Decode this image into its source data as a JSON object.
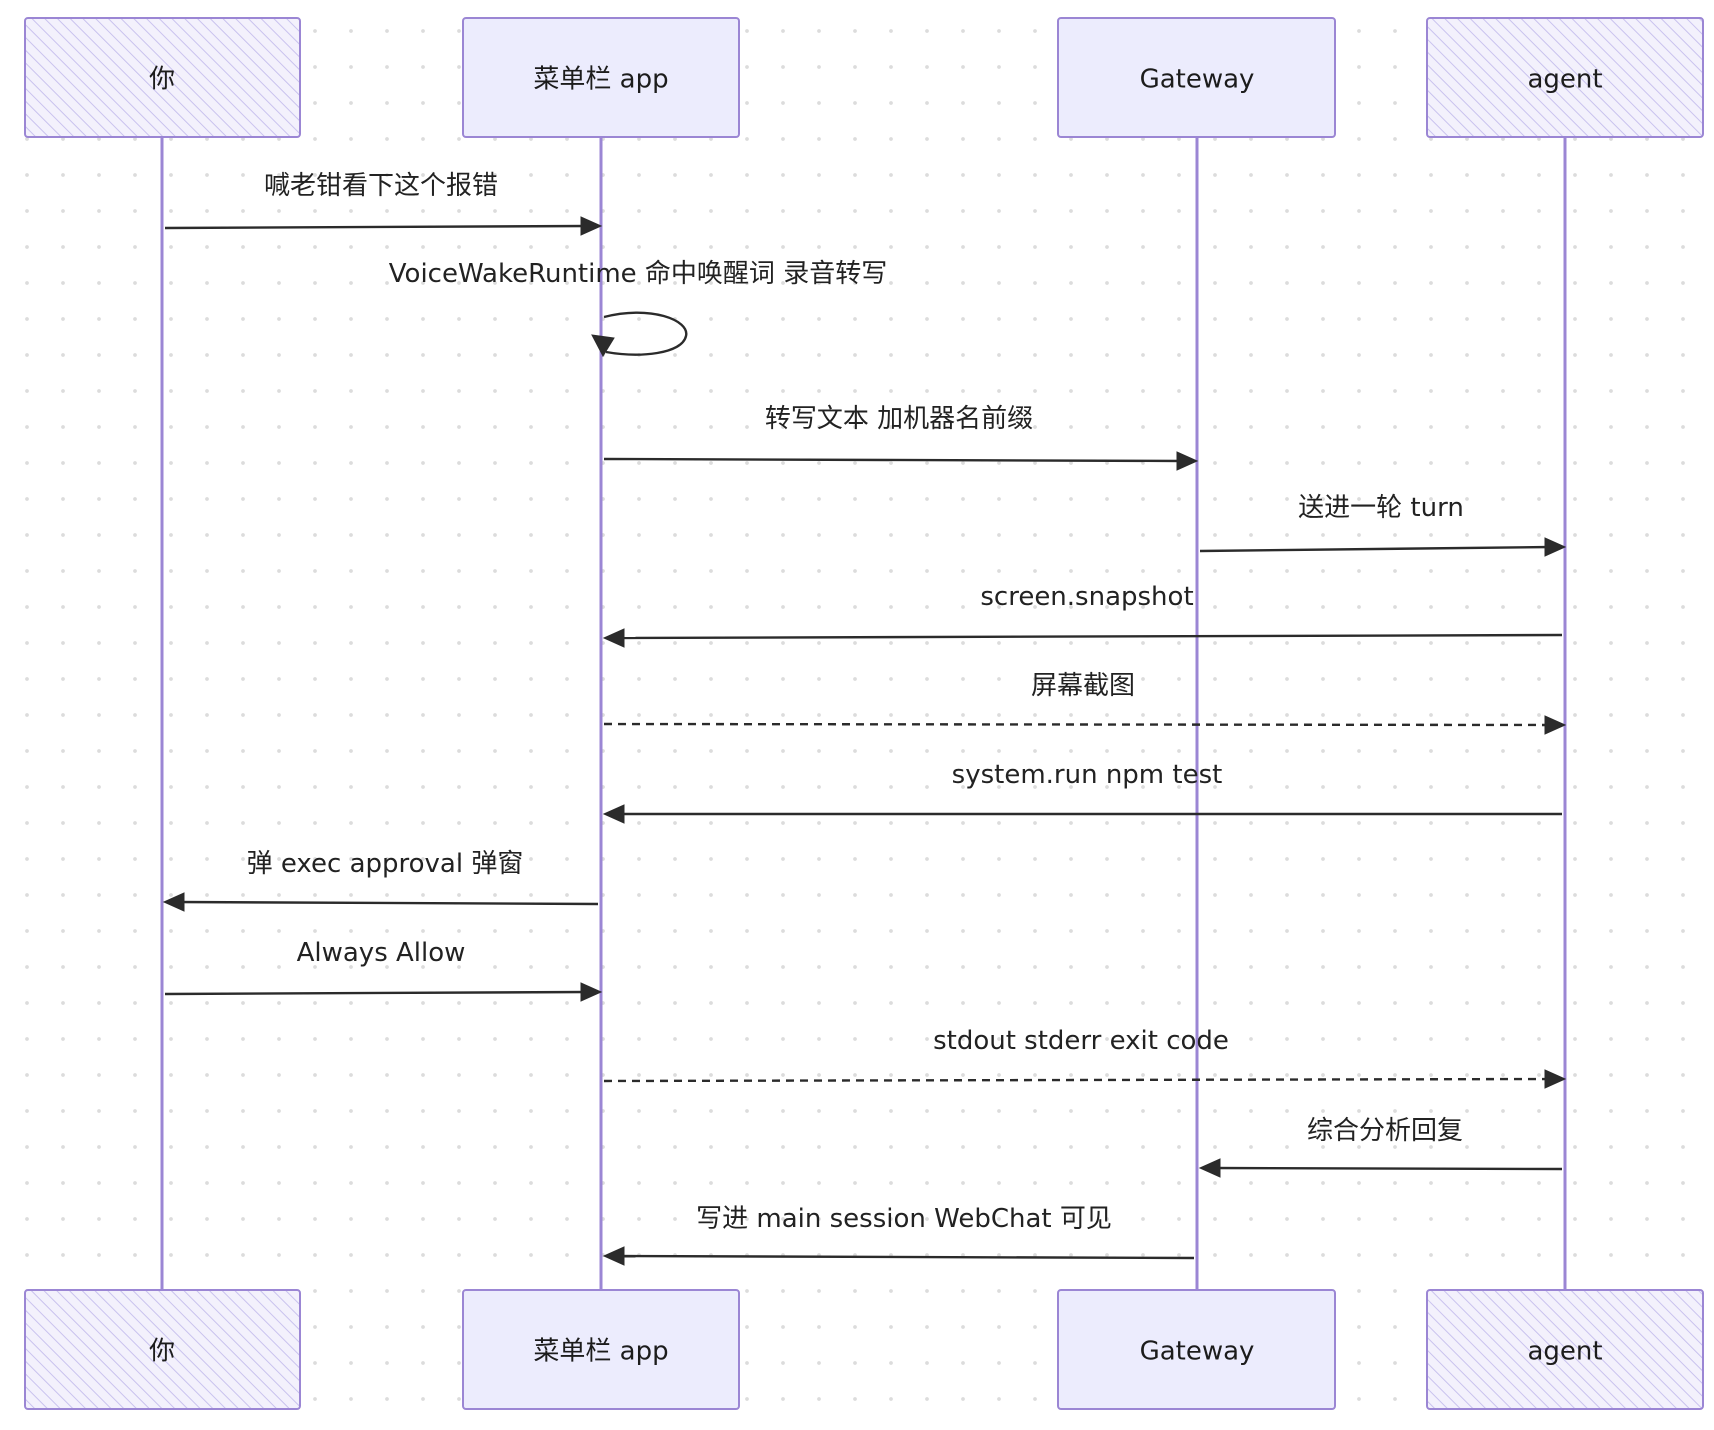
{
  "participants": [
    {
      "id": "you",
      "label": "你",
      "style": "hatched"
    },
    {
      "id": "menubar",
      "label": "菜单栏 app",
      "style": "solid"
    },
    {
      "id": "gateway",
      "label": "Gateway",
      "style": "solid"
    },
    {
      "id": "agent",
      "label": "agent",
      "style": "hatched"
    }
  ],
  "messages": [
    {
      "from": "you",
      "to": "menubar",
      "label": "喊老钳看下这个报错",
      "style": "solid"
    },
    {
      "from": "menubar",
      "to": "menubar",
      "label": "VoiceWakeRuntime 命中唤醒词 录音转写",
      "style": "self"
    },
    {
      "from": "menubar",
      "to": "gateway",
      "label": "转写文本 加机器名前缀",
      "style": "solid"
    },
    {
      "from": "gateway",
      "to": "agent",
      "label": "送进一轮 turn",
      "style": "solid"
    },
    {
      "from": "agent",
      "to": "menubar",
      "label": "screen.snapshot",
      "style": "solid"
    },
    {
      "from": "menubar",
      "to": "agent",
      "label": "屏幕截图",
      "style": "dashed"
    },
    {
      "from": "agent",
      "to": "menubar",
      "label": "system.run npm test",
      "style": "solid"
    },
    {
      "from": "menubar",
      "to": "you",
      "label": "弹 exec approval 弹窗",
      "style": "solid"
    },
    {
      "from": "you",
      "to": "menubar",
      "label": "Always Allow",
      "style": "solid"
    },
    {
      "from": "menubar",
      "to": "agent",
      "label": "stdout stderr exit code",
      "style": "dashed"
    },
    {
      "from": "agent",
      "to": "gateway",
      "label": "综合分析回复",
      "style": "solid"
    },
    {
      "from": "gateway",
      "to": "menubar",
      "label": "写进 main session WebChat 可见",
      "style": "solid"
    }
  ],
  "colors": {
    "lifeline": "#9b86d4",
    "box_fill": "#ececfd",
    "box_stroke": "#9b86d4",
    "hatch": "#c9c2ee",
    "arrow": "#2b2b2b",
    "text": "#1c1c1c"
  }
}
